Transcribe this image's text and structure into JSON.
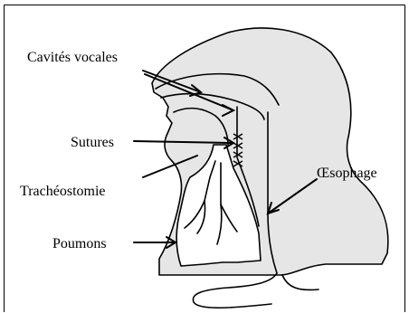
{
  "labels": {
    "vocal_cavities": "Cavités vocales",
    "sutures": "Sutures",
    "tracheostomy": "Trachéostomie",
    "lungs": "Poumons",
    "esophagus": "Œsophage"
  },
  "colors": {
    "anatomy_fill": "#e6e6e6",
    "line": "#000000",
    "background": "#ffffff"
  }
}
